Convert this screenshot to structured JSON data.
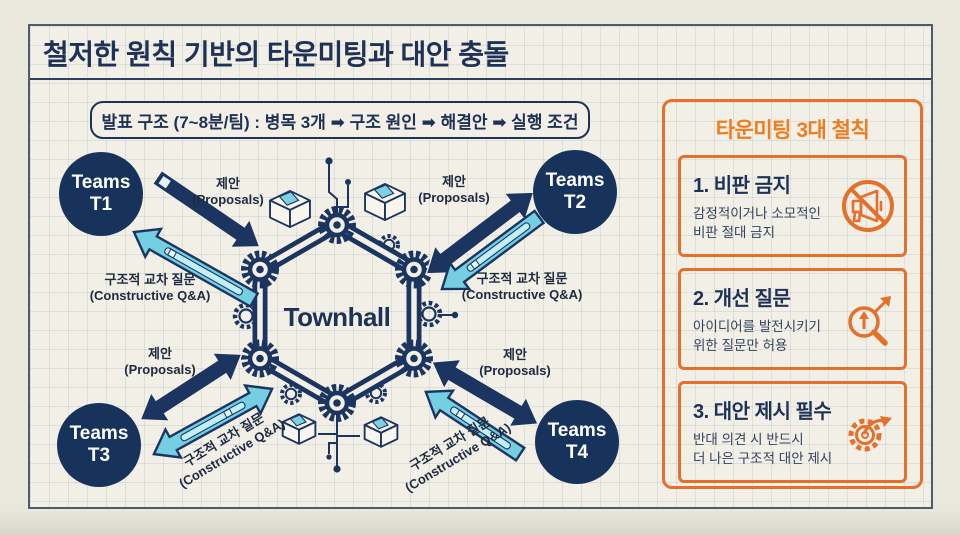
{
  "slide": {
    "title": "철저한 원칙 기반의 타운미팅과 대안 충돌",
    "subtitle": "발표 구조 (7~8분/팀) : 병목 3개 ➡ 구조 원인 ➡ 해결안 ➡ 실행 조건"
  },
  "diagram": {
    "center_label": "Townhall",
    "teams": [
      {
        "line1": "Teams",
        "line2": "T1"
      },
      {
        "line1": "Teams",
        "line2": "T2"
      },
      {
        "line1": "Teams",
        "line2": "T3"
      },
      {
        "line1": "Teams",
        "line2": "T4"
      }
    ],
    "proposal_label": {
      "ko": "제안",
      "en": "(Proposals)"
    },
    "qa_label": {
      "ko": "구조적 교차 질문",
      "en": "(Constructive Q&A)"
    }
  },
  "panel": {
    "title": "타운미팅 3대 철칙",
    "rules": [
      {
        "heading": "1. 비판 금지",
        "line1": "감정적이거나 소모적인",
        "line2": "비판 절대 금지",
        "icon": "no-megaphone-icon"
      },
      {
        "heading": "2. 개선 질문",
        "line1": "아이디어를 발전시키기",
        "line2": "위한 질문만 허용",
        "icon": "magnifier-growth-icon"
      },
      {
        "heading": "3. 대안 제시 필수",
        "line1": "반대 의견 시 반드시",
        "line2": "더 나은 구조적 대안 제시",
        "icon": "gear-arrow-icon"
      }
    ]
  },
  "colors": {
    "navy": "#1c3560",
    "cyan": "#74cfe3",
    "orange": "#e4702b",
    "background": "#f2efe6"
  }
}
